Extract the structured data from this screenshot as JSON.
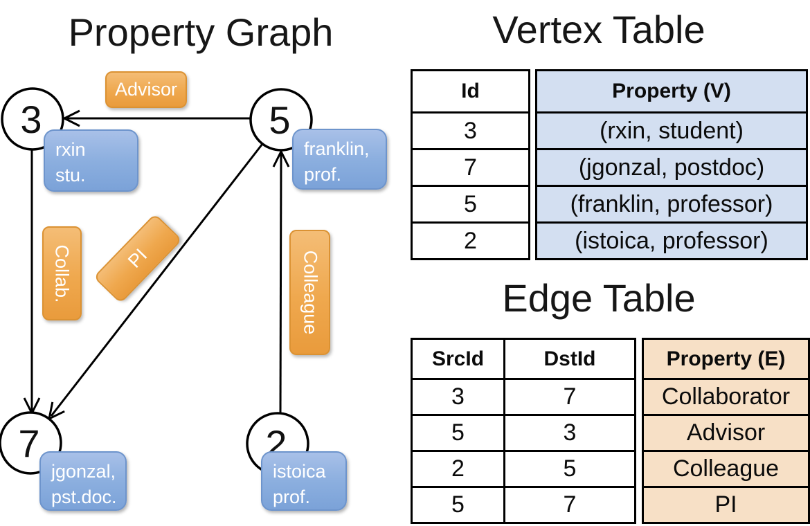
{
  "diagram": {
    "title": "Property Graph",
    "nodes": {
      "n3": "3",
      "n5": "5",
      "n7": "7",
      "n2": "2"
    },
    "edge_labels": {
      "advisor": "Advisor",
      "collab": "Collab.",
      "pi": "PI",
      "colleague": "Colleague"
    },
    "cards": {
      "rxin": {
        "line1": "rxin",
        "line2": "stu."
      },
      "franklin": {
        "line1": "franklin,",
        "line2": "prof."
      },
      "jgonzal": {
        "line1": "jgonzal,",
        "line2": "pst.doc."
      },
      "istoica": {
        "line1": "istoica",
        "line2": "prof."
      }
    },
    "colors": {
      "edge_label_orange": "#EFA84E",
      "vertex_card_blue": "#87ABDD",
      "line_black": "#000000"
    }
  },
  "vertex_table": {
    "title": "Vertex Table",
    "headers": {
      "id": "Id",
      "property": "Property (V)"
    },
    "property_fill": "#D3DFF1",
    "rows": [
      {
        "id": "3",
        "property": "(rxin, student)"
      },
      {
        "id": "7",
        "property": "(jgonzal, postdoc)"
      },
      {
        "id": "5",
        "property": "(franklin, professor)"
      },
      {
        "id": "2",
        "property": "(istoica, professor)"
      }
    ]
  },
  "edge_table": {
    "title": "Edge Table",
    "headers": {
      "src": "SrcId",
      "dst": "DstId",
      "property": "Property (E)"
    },
    "property_fill": "#F7E0C6",
    "rows": [
      {
        "src": "3",
        "dst": "7",
        "property": "Collaborator"
      },
      {
        "src": "5",
        "dst": "3",
        "property": "Advisor"
      },
      {
        "src": "2",
        "dst": "5",
        "property": "Colleague"
      },
      {
        "src": "5",
        "dst": "7",
        "property": "PI"
      }
    ]
  }
}
